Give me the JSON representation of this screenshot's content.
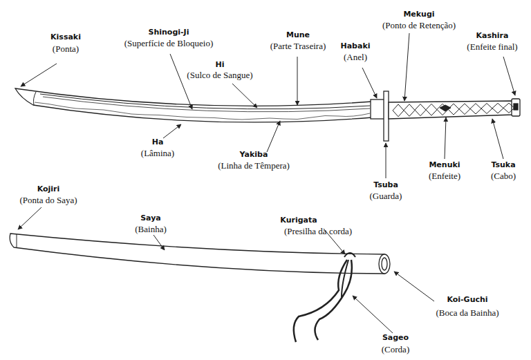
{
  "diagram": {
    "labels": [
      "Kissaki",
      "(Ponta)",
      "Shinogi-Ji",
      "(Superfície de Bloqueio)",
      "Mune",
      "(Parte Traseira)",
      "Hi",
      "(Sulco de Sangue)",
      "Habaki",
      "(Anel)",
      "Mekugi",
      "(Ponto de Retenção)",
      "Kashira",
      "(Enfeite final)",
      "Ha",
      "(Lâmina)",
      "Yakiba",
      "(Linha de Têmpera)",
      "Tsuba",
      "(Guarda)",
      "Menuki",
      "(Enfeite)",
      "Tsuka",
      "(Cabo)",
      "Kojiri",
      "(Ponta do Saya)",
      "Saya",
      "(Bainha)",
      "Kurigata",
      "(Presilha da corda)",
      "Koi-Guchi",
      "(Boca da Bainha)",
      "Sageo",
      "(Corda)"
    ]
  }
}
